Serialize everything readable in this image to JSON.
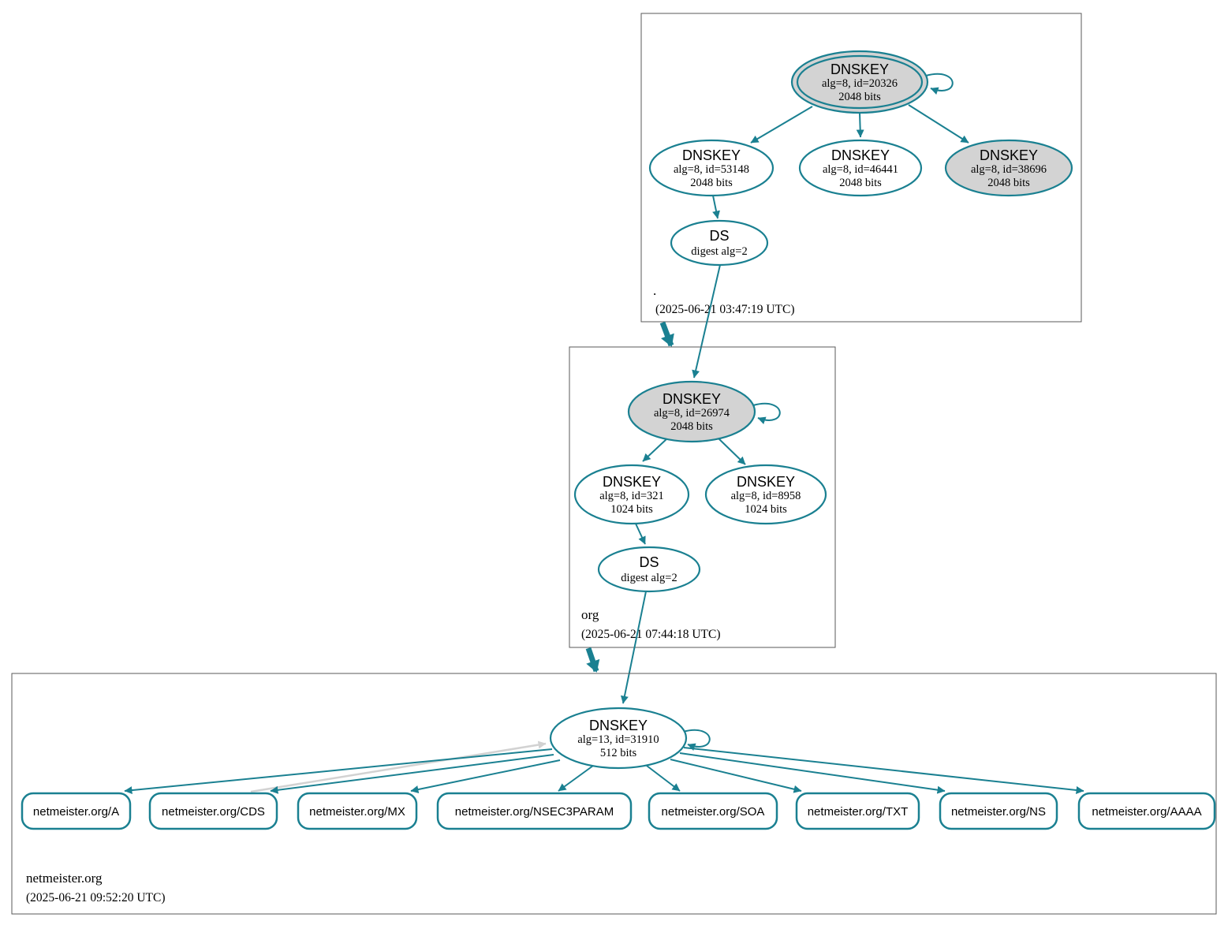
{
  "diagram": {
    "type": "dnssec-authentication-chain",
    "colors": {
      "secure_edge": "#1a8091",
      "insecure_edge": "#d2d2d2",
      "ksk_fill": "#d3d3d3",
      "node_fill": "#ffffff",
      "cluster_border": "#5a5a5a"
    },
    "zones": [
      {
        "name": ".",
        "timestamp": "(2025-06-21 03:47:19 UTC)"
      },
      {
        "name": "org",
        "timestamp": "(2025-06-21 07:44:18 UTC)"
      },
      {
        "name": "netmeister.org",
        "timestamp": "(2025-06-21 09:52:20 UTC)"
      }
    ],
    "root": {
      "ksk": {
        "title": "DNSKEY",
        "detail": "alg=8, id=20326",
        "bits": "2048 bits"
      },
      "zsk1": {
        "title": "DNSKEY",
        "detail": "alg=8, id=53148",
        "bits": "2048 bits"
      },
      "zsk2": {
        "title": "DNSKEY",
        "detail": "alg=8, id=46441",
        "bits": "2048 bits"
      },
      "zsk3": {
        "title": "DNSKEY",
        "detail": "alg=8, id=38696",
        "bits": "2048 bits"
      },
      "ds": {
        "title": "DS",
        "detail": "digest alg=2"
      }
    },
    "org": {
      "ksk": {
        "title": "DNSKEY",
        "detail": "alg=8, id=26974",
        "bits": "2048 bits"
      },
      "zsk1": {
        "title": "DNSKEY",
        "detail": "alg=8, id=321",
        "bits": "1024 bits"
      },
      "zsk2": {
        "title": "DNSKEY",
        "detail": "alg=8, id=8958",
        "bits": "1024 bits"
      },
      "ds": {
        "title": "DS",
        "detail": "digest alg=2"
      }
    },
    "netmeister": {
      "dnskey": {
        "title": "DNSKEY",
        "detail": "alg=13, id=31910",
        "bits": "512 bits"
      },
      "rrsets": [
        {
          "label": "netmeister.org/A"
        },
        {
          "label": "netmeister.org/CDS"
        },
        {
          "label": "netmeister.org/MX"
        },
        {
          "label": "netmeister.org/NSEC3PARAM"
        },
        {
          "label": "netmeister.org/SOA"
        },
        {
          "label": "netmeister.org/TXT"
        },
        {
          "label": "netmeister.org/NS"
        },
        {
          "label": "netmeister.org/AAAA"
        }
      ]
    }
  }
}
